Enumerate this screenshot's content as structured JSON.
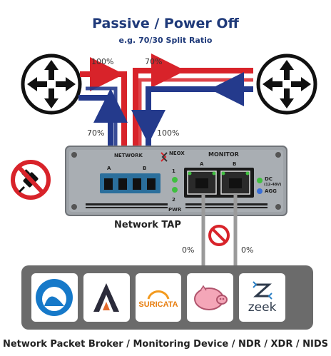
{
  "header": {
    "title": "Passive / Power Off",
    "subtitle": "e.g. 70/30 Split Ratio"
  },
  "flows": {
    "top_left_pct": "100%",
    "top_right_pct": "70%",
    "left_pct": "70%",
    "right_pct": "100%",
    "mon_a_pct": "0%",
    "mon_b_pct": "0%"
  },
  "tap": {
    "network_label": "NETWORK",
    "monitor_label": "MONITOR",
    "port_a": "A",
    "port_b": "B",
    "mon_port_a": "A",
    "mon_port_b": "B",
    "led_1": "1",
    "led_2": "2",
    "dc_label": "DC",
    "dc_range": "(12-48V)",
    "agg_label": "AGG",
    "pwr_label": "PWR",
    "brand": "NEOX",
    "caption": "Network TAP"
  },
  "tools": [
    {
      "name": "wireshark",
      "label": ""
    },
    {
      "name": "arkime",
      "label": ""
    },
    {
      "name": "suricata",
      "label": "SURICATA"
    },
    {
      "name": "ntop",
      "label": ""
    },
    {
      "name": "zeek",
      "label": "zeek"
    }
  ],
  "footer": "Network Packet Broker / Monitoring Device / NDR / XDR / NIDS",
  "colors": {
    "title": "#1f3a7a",
    "red_flow": "#d8232a",
    "blue_flow": "#243a8c",
    "tap_body": "#9ea3a8",
    "tool_bar": "#6b6b6b"
  }
}
